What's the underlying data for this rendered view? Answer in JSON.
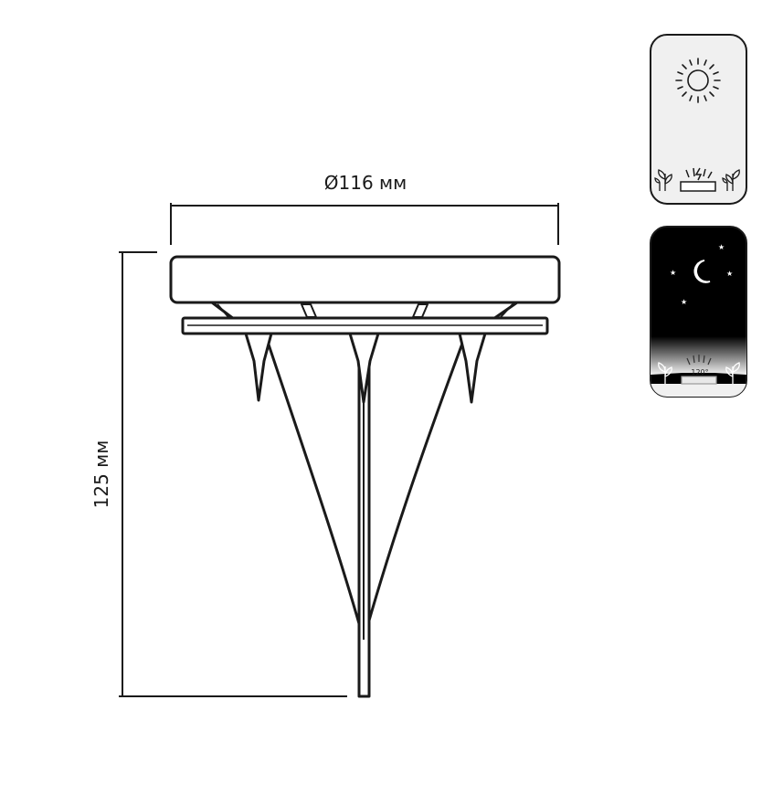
{
  "drawing": {
    "diameter_label": "Ø116 мм",
    "height_label": "125 мм"
  },
  "icons": {
    "day_panel": "sun-icon",
    "night_panel": "moon-icon",
    "beam_angle_label": "120°"
  },
  "colors": {
    "line": "#1a1a1a",
    "day_bg": "#f0f0f0",
    "night_bg": "#000000"
  }
}
